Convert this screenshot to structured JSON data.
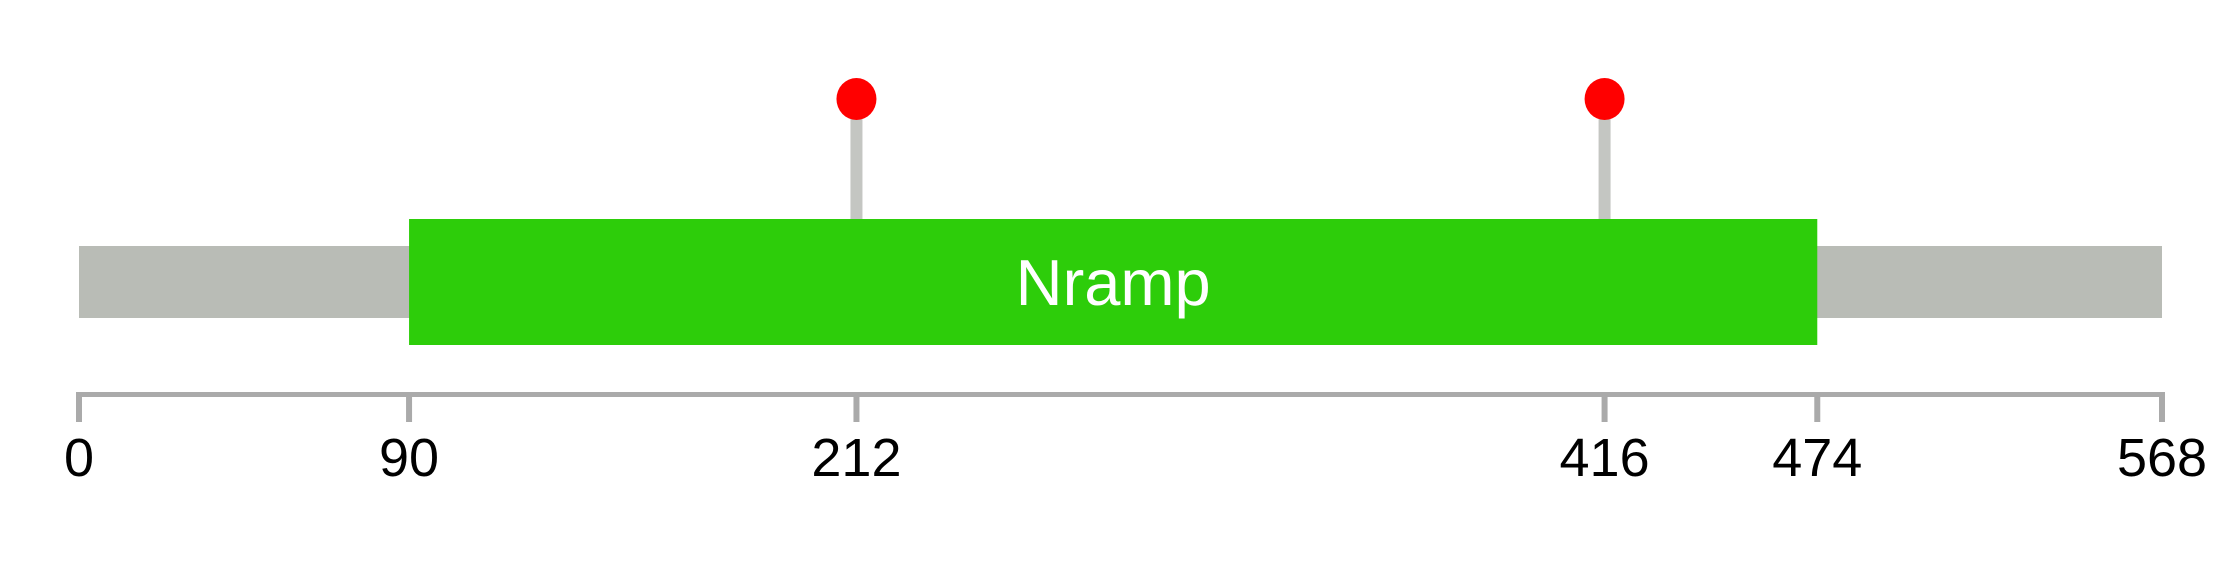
{
  "chart_data": {
    "type": "lollipop",
    "title": "",
    "description": "Protein domain architecture lollipop plot",
    "grid": false,
    "legend_position": "none",
    "protein": {
      "start": 0,
      "end": 568,
      "backbone_color": "#B9BCB6"
    },
    "domains": [
      {
        "label": "Nramp",
        "start": 90,
        "end": 474,
        "fill_color": "#2DCD0A",
        "label_color": "#FFFFFF"
      }
    ],
    "markers": [
      {
        "position": 212,
        "head_color": "#FF0000",
        "stick_color": "#C4C6C2"
      },
      {
        "position": 416,
        "head_color": "#FF0000",
        "stick_color": "#C4C6C2"
      }
    ],
    "axis": {
      "range": [
        0,
        568
      ],
      "tick_values": [
        0,
        90,
        212,
        416,
        474,
        568
      ],
      "tick_labels": [
        "0",
        "90",
        "212",
        "416",
        "474",
        "568"
      ],
      "line_color": "#AAAAAA",
      "label_color": "#000000"
    }
  }
}
